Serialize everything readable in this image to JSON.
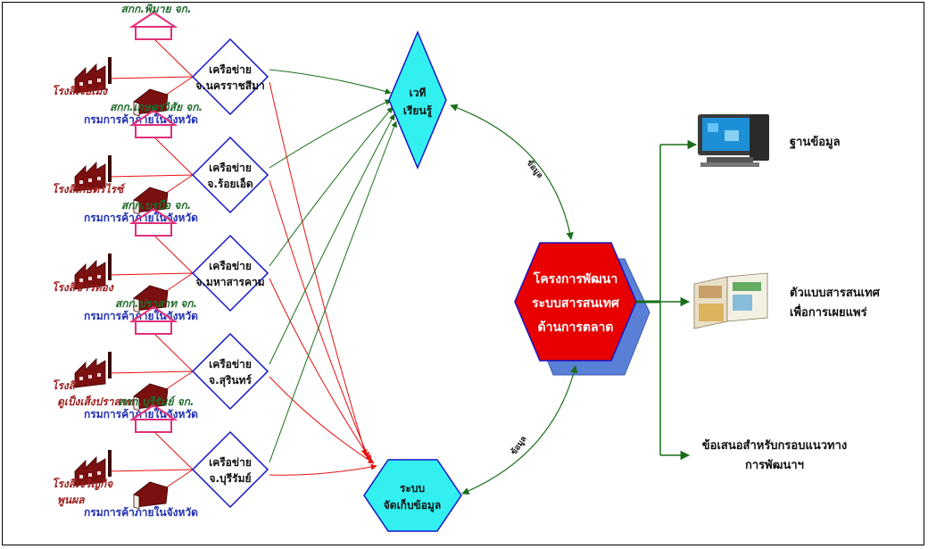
{
  "provinces": [
    {
      "coop": "สกก.พิมาย จก.",
      "network": [
        "เครือข่าย",
        "จ.นครราชสีมา"
      ],
      "mill": [
        "โรงสีเจียเม้ง"
      ],
      "dept": "กรมการค้าภายในจังหวัด"
    },
    {
      "coop": "สกก.เกษตรวิสัย จก.",
      "network": [
        "เครือข่าย",
        "จ.ร้อยเอ็ด"
      ],
      "mill": [
        "โรงสีเกษตรไรซ์"
      ],
      "dept": "กรมการค้าภายในจังหวัด"
    },
    {
      "coop": "สกก.บรบือ จก.",
      "network": [
        "เครือข่าย",
        "จ.มหาสารคาม"
      ],
      "mill": [
        "โรงสีข้าวทอง"
      ],
      "dept": "กรมการค้าภายในจังหวัด"
    },
    {
      "coop": "สกก.ปราสาท จก.",
      "network": [
        "เครือข่าย",
        "จ.สุรินทร์"
      ],
      "mill": [
        "โรงสี",
        "ดูเป็งเส็งปราสาท"
      ],
      "dept": "กรมการค้าภายในจังหวัด"
    },
    {
      "coop": "สกก.บุรีรัมย์ จก.",
      "network": [
        "เครือข่าย",
        "จ.บุรีรัมย์"
      ],
      "mill": [
        "โรงสีเจริญกิจ",
        "พูนผล"
      ],
      "dept": "กรมการค้าภายในจังหวัด"
    }
  ],
  "forum": [
    "เวที",
    "เรียนรู้"
  ],
  "storage": [
    "ระบบ",
    "จัดเก็บข้อมูล"
  ],
  "project": [
    "โครงการพัฒนา",
    "ระบบสารสนเทศ",
    "ด้านการตลาด"
  ],
  "data_label_top": "ข้อมูล",
  "data_label_bottom": "ข้อมูล",
  "outputs": {
    "database": [
      "ฐานข้อมูล"
    ],
    "model": [
      "ตัวแบบสารสนเทศ",
      "เพื่อการเผยแพร่"
    ],
    "proposal": [
      "ข้อเสนอสำหรับกรอบแนวทาง",
      "การพัฒนาฯ"
    ]
  },
  "colors": {
    "network_border": "#1414c8",
    "red_line": "#e81010",
    "green_line": "#1a6e1a",
    "cyan": "#33f0f0",
    "project_fill": "#e80000",
    "project_shadow": "#5a7fd6",
    "house": "#e0307a",
    "factory": "#7a1010"
  }
}
